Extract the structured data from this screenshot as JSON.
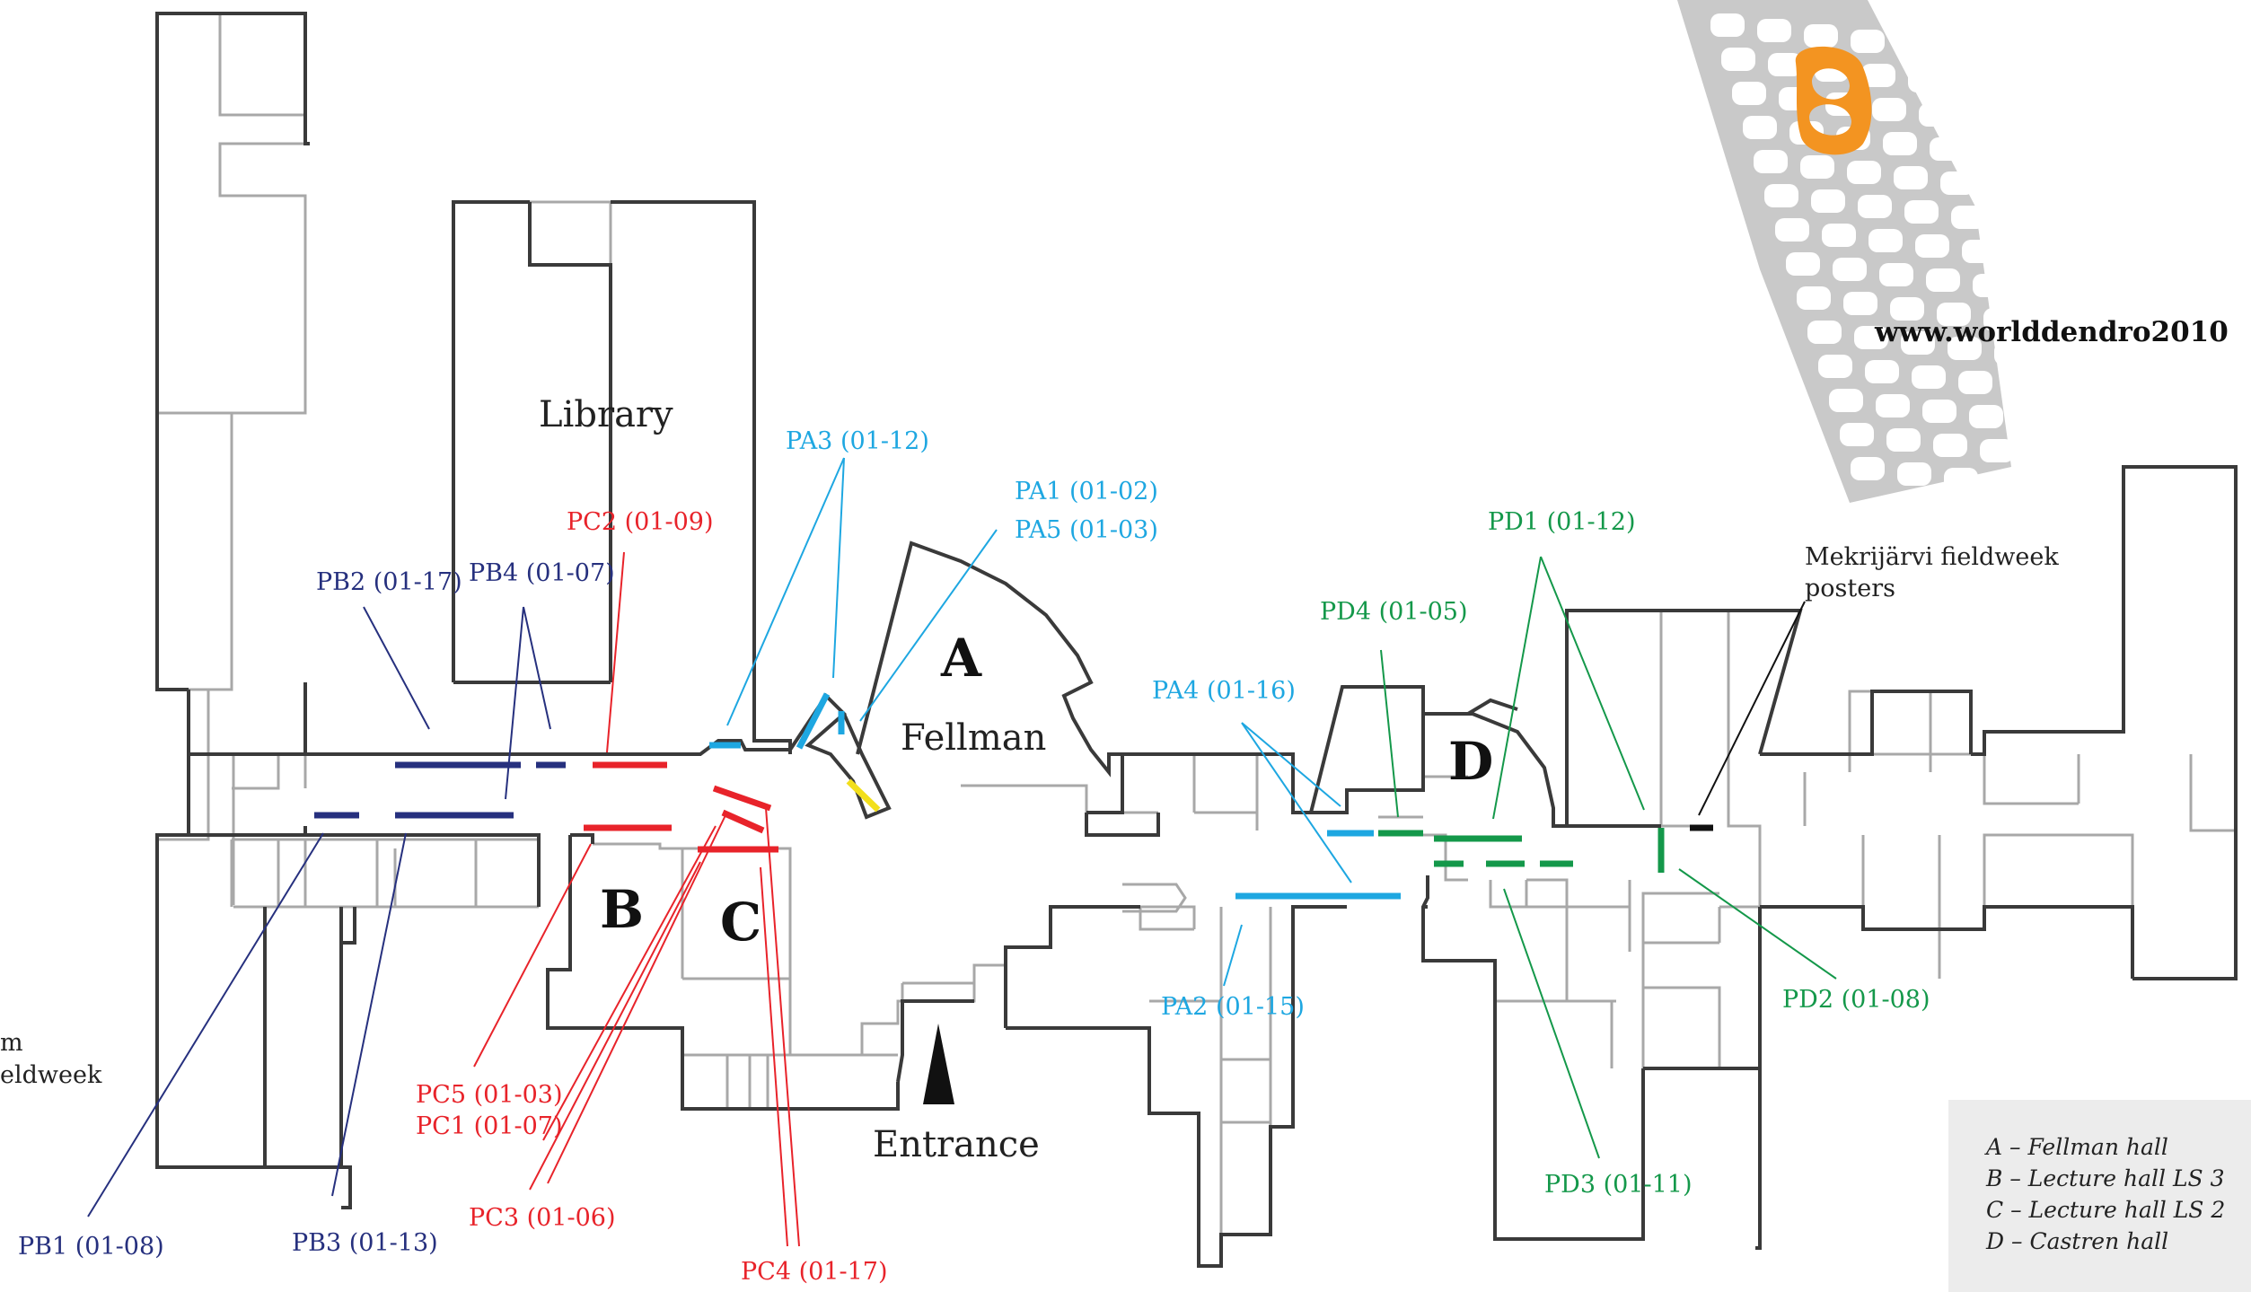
{
  "colors": {
    "pa": "#1ea7e1",
    "pb": "#26307e",
    "pc": "#e8232a",
    "pd": "#14984a",
    "yellow": "#f2df1c",
    "black": "#111111",
    "wall_outer": "#3a3a3a",
    "wall_inner": "#a8a8a8",
    "logo_cells": "#c9c9c9",
    "logo_highlight": "#f39421",
    "legend_bg": "#ececec"
  },
  "rooms": {
    "library": "Library",
    "fellman": "Fellman",
    "entrance": "Entrance"
  },
  "halls": {
    "a": "A",
    "b": "B",
    "c": "C",
    "d": "D"
  },
  "posters": {
    "pa1": "PA1 (01-02)",
    "pa2": "PA2 (01-15)",
    "pa3": "PA3 (01-12)",
    "pa4": "PA4 (01-16)",
    "pa5": "PA5 (01-03)",
    "pb1": "PB1 (01-08)",
    "pb2": "PB2 (01-17)",
    "pb3": "PB3 (01-13)",
    "pb4": "PB4 (01-07)",
    "pc1": "PC1 (01-07)",
    "pc2": "PC2 (01-09)",
    "pc3": "PC3 (01-06)",
    "pc4": "PC4 (01-17)",
    "pc5": "PC5 (01-03)",
    "pd1": "PD1 (01-12)",
    "pd2": "PD2 (01-08)",
    "pd3": "PD3 (01-11)",
    "pd4": "PD4 (01-05)"
  },
  "mekrijarvi": {
    "line1": "Mekrijärvi fieldweek",
    "line2": "posters"
  },
  "left_note": {
    "line1": "m",
    "line2": "eldweek"
  },
  "website": "www.worlddendro2010",
  "legend": [
    "A – Fellman hall",
    "B – Lecture hall LS 3",
    "C – Lecture hall LS 2",
    "D – Castren hall"
  ]
}
